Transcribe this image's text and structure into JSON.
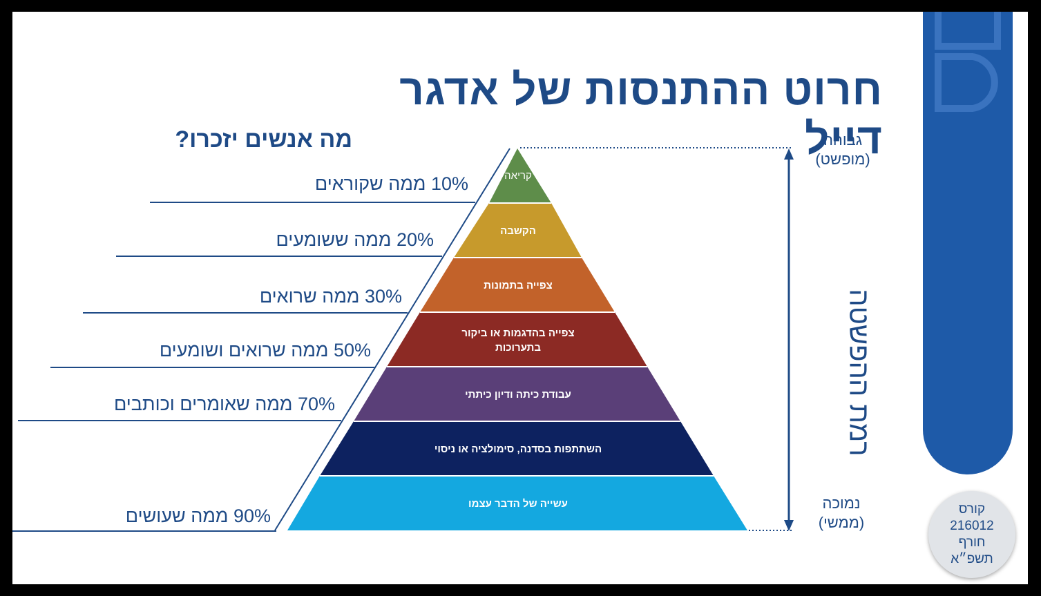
{
  "title": "חרוט ההתנסות של אדגר דייל",
  "subtitle": "מה אנשים יזכרו?",
  "levels": [
    {
      "label": "קריאה",
      "color": "#5e8d4a",
      "retention": "10% ממה שקוראים"
    },
    {
      "label": "הקשבה",
      "color": "#c79a2c",
      "retention": "20% ממה ששומעים"
    },
    {
      "label": "צפייה בתמונות",
      "color": "#c2622a",
      "retention": "30% ממה שרואים"
    },
    {
      "label_line1": "צפייה בהדגמות או ביקור",
      "label_line2": "בתערוכות",
      "color": "#8c2a24",
      "retention": "50% ממה שרואים ושומעים"
    },
    {
      "label": "עבודת כיתה ודיון כיתתי",
      "color": "#5a3f78",
      "retention": "70% ממה שאומרים וכותבים"
    },
    {
      "label": "השתתפות בסדנה, סימולציה או ניסוי",
      "color": "#0d2260",
      "retention": ""
    },
    {
      "label": "עשייה של הדבר עצמו",
      "color": "#14a8e0",
      "retention": "90% ממה שעושים"
    }
  ],
  "axis": {
    "top_label_1": "גבוהה",
    "top_label_2": "(מופשט)",
    "bottom_label_1": "נמוכה",
    "bottom_label_2": "(ממשי)",
    "vertical_title": "רמת ההפשטה"
  },
  "badge": {
    "line1": "קורס",
    "line2": "216012",
    "line3": "חורף",
    "line4": "תשפ״א"
  },
  "colors": {
    "accent": "#1e4a86",
    "band": "#1e5aa8"
  }
}
